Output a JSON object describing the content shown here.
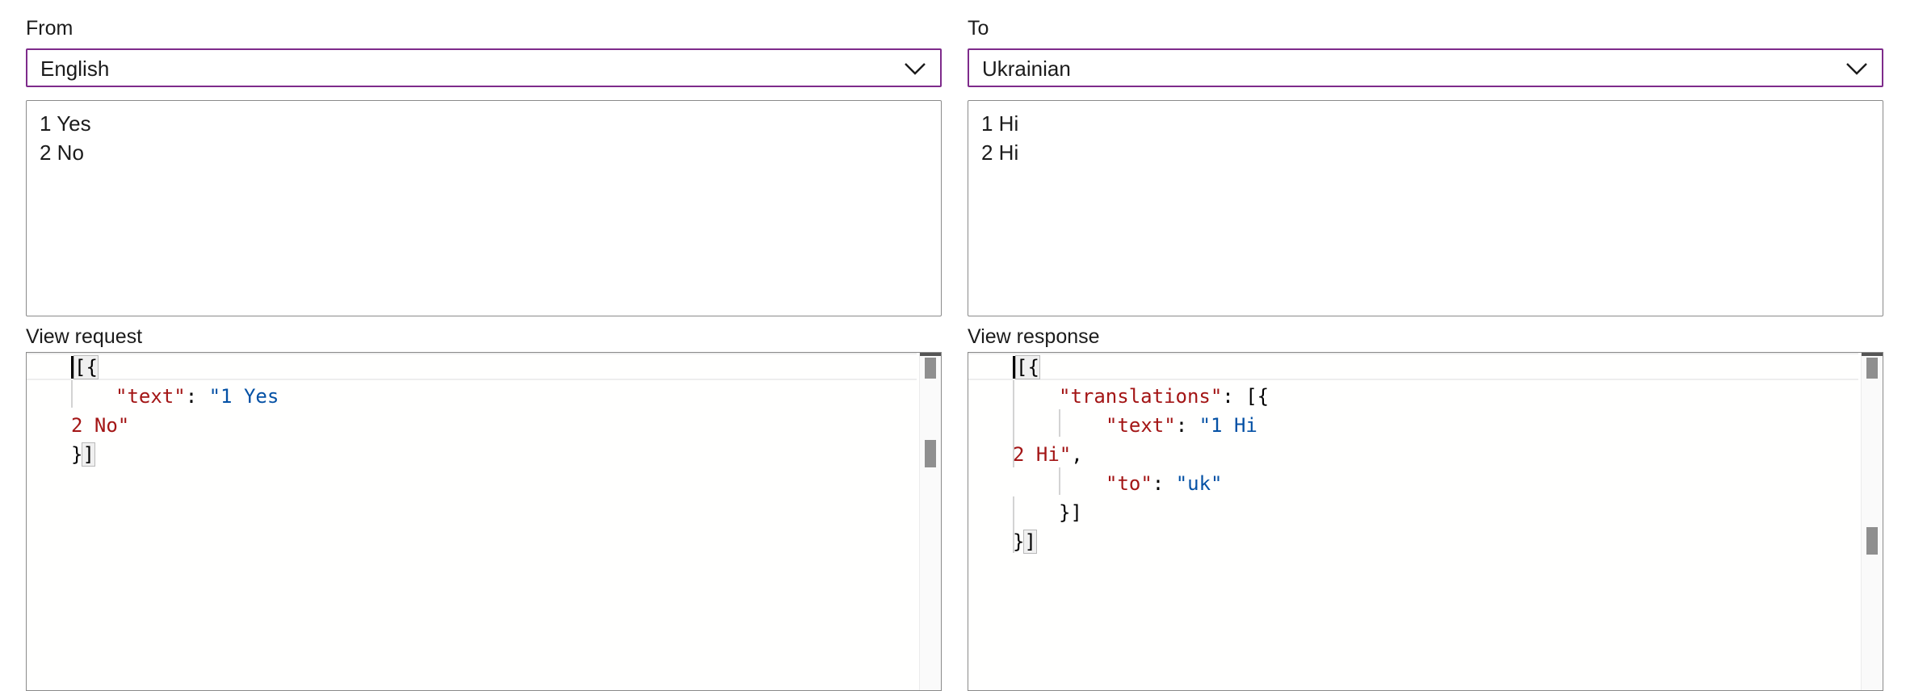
{
  "from": {
    "label": "From",
    "selected": "English",
    "lines": [
      "1 Yes",
      "2 No"
    ]
  },
  "to": {
    "label": "To",
    "selected": "Ukrainian",
    "lines": [
      "1 Hi",
      "2 Hi"
    ]
  },
  "request": {
    "label": "View request",
    "code": {
      "l1": "[{",
      "l2_key": "\"text\"",
      "l2_colon": ": ",
      "l2_val": "\"1 Yes",
      "l3_val": "2 No\"",
      "l4_close": "}",
      "l4_bracket": "]"
    }
  },
  "response": {
    "label": "View response",
    "code": {
      "l1": "[{",
      "l2_key": "\"translations\"",
      "l2_rest": ": [{",
      "l3_key": "\"text\"",
      "l3_colon": ": ",
      "l3_val": "\"1 Hi",
      "l4_val": "2 Hi\"",
      "l4_comma": ",",
      "l5_key": "\"to\"",
      "l5_colon": ": ",
      "l5_val": "\"uk\"",
      "l6": "}]",
      "l7_close": "}",
      "l7_bracket": "]"
    }
  },
  "icons": {
    "dropdown": "chevron-down-icon"
  },
  "colors": {
    "select_border": "#7e2b8b",
    "json_key": "#a31515",
    "json_string": "#0451a5"
  }
}
